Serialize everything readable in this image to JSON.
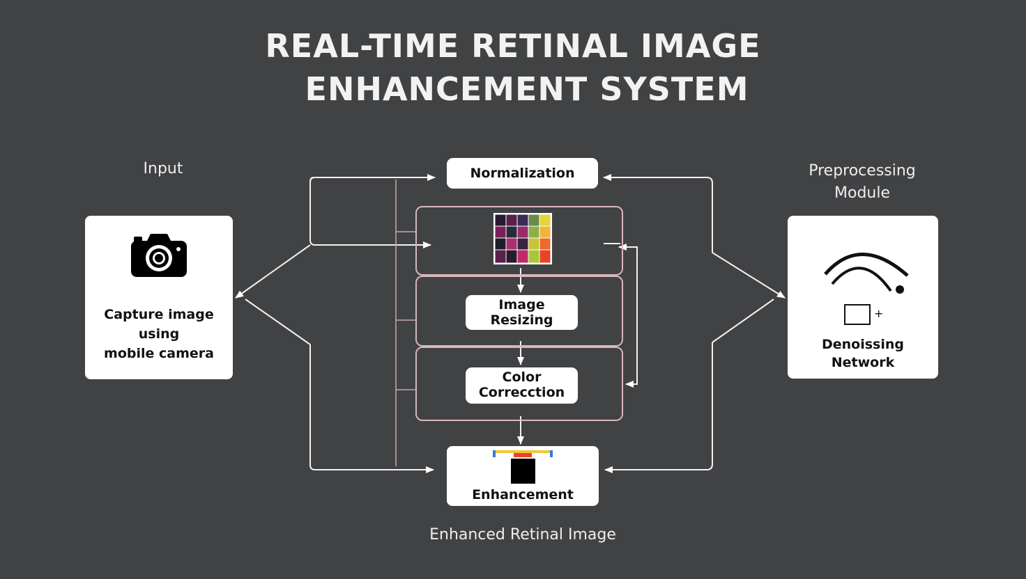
{
  "title": {
    "line1": "REAL-TIME RETINAL IMAGE",
    "line2": "ENHANCEMENT SYSTEM"
  },
  "input": {
    "heading": "Input",
    "icon": "camera-icon",
    "description": "Capture image\nusing\nmobile camera"
  },
  "preprocessing": {
    "heading": "Preprocessing\nModule",
    "icon": "arc-and-square-icon",
    "description": "Denoissing\nNetwork"
  },
  "pipeline": {
    "normalization": "Normalization",
    "resizing": "Image\nResizing",
    "color_correction": "Color\nCorrecction",
    "enhancement": "Enhancement"
  },
  "output_label": "Enhanced Retinal Image",
  "colors": {
    "background": "#414244",
    "stage_border": "#d9b7bb",
    "card": "#ffffff"
  }
}
